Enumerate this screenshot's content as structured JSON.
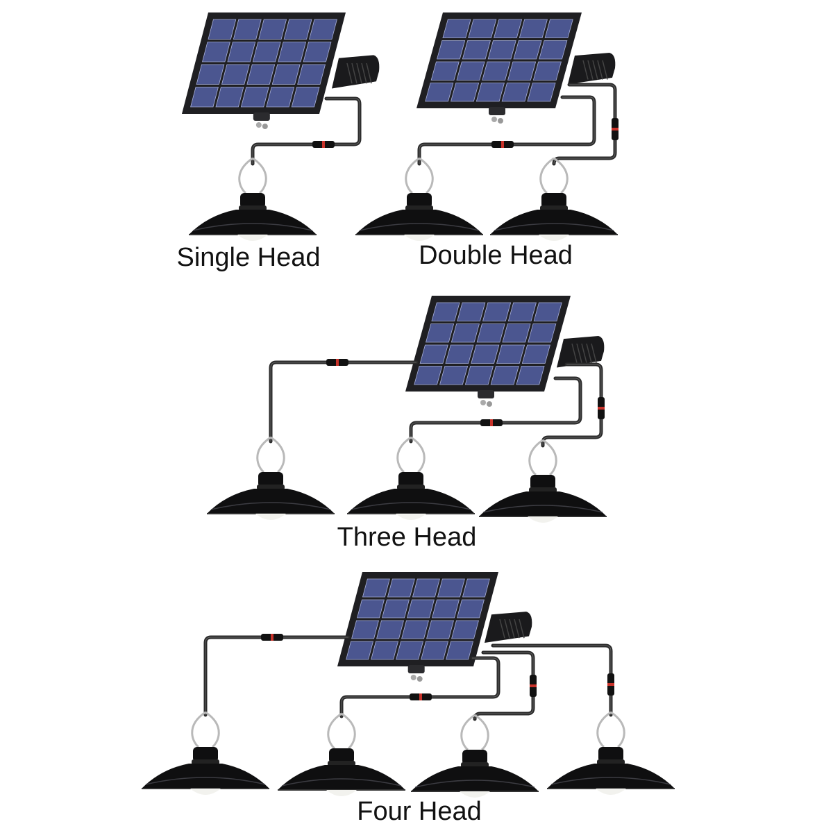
{
  "colors": {
    "panel_frame": "#1f1f22",
    "panel_cell": "#4b5690",
    "panel_cell_grid": "#a8b0d8",
    "cable": "#2a2a2a",
    "cable_highlight": "#8a8a8a",
    "lamp_shade": "#0f0f10",
    "lamp_rim": "#505058",
    "lamp_bulb": "#f2f2ee",
    "hanger": "#b9b9b9",
    "connector_red": "#c8322a",
    "background": "#ffffff"
  },
  "icons": {
    "panel": "solar-panel-icon",
    "lamp": "pendant-lamp-icon",
    "connector": "cable-connector-icon"
  },
  "variants": [
    {
      "id": "single",
      "label": "Single Head",
      "heads": 1
    },
    {
      "id": "double",
      "label": "Double Head",
      "heads": 2
    },
    {
      "id": "three",
      "label": "Three Head",
      "heads": 3
    },
    {
      "id": "four",
      "label": "Four Head",
      "heads": 4
    }
  ]
}
